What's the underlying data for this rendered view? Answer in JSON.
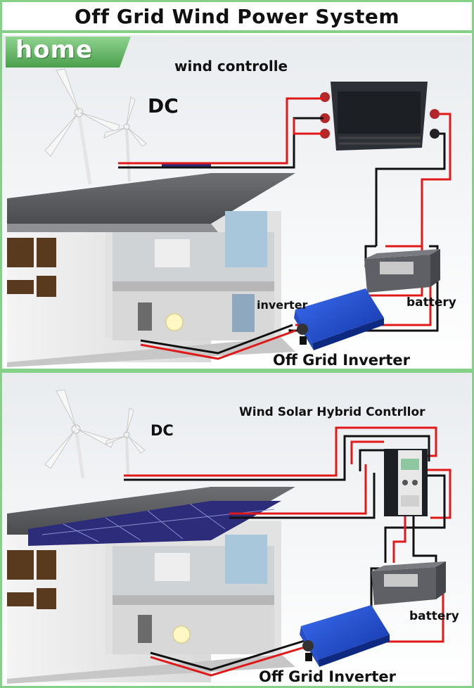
{
  "title": "Off Grid Wind Power System",
  "nav": {
    "home_label": "home"
  },
  "top_panel": {
    "controller_label": "wind controlle",
    "dc_label": "DC",
    "inverter_label": "inverter",
    "battery_label": "battery",
    "caption": "Off Grid  Inverter"
  },
  "bottom_panel": {
    "controller_label": "Wind Solar Hybrid Contrllor",
    "dc_label": "DC",
    "battery_label": "battery",
    "caption": "Off Grid  Inverter"
  },
  "colors": {
    "accent_green": "#86d18a",
    "wire_red": "#e01818",
    "wire_black": "#111111",
    "inverter_blue": "#1f4fd0",
    "solar_panel": "#2c2c7a"
  }
}
